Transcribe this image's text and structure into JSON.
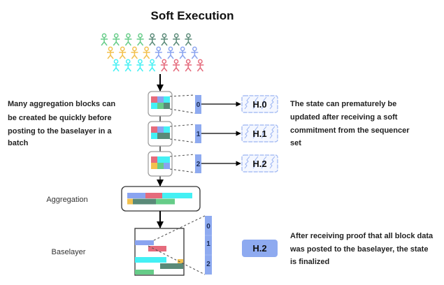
{
  "title": "Soft Execution",
  "colors": {
    "green": "#66cc88",
    "darkgreen": "#5a8a78",
    "yellow": "#f2c14e",
    "blue": "#8aa4f0",
    "cyan": "#44f0f4",
    "red": "#e56b7c",
    "strip": "#8eaaf0",
    "sketch": "#9ab4f2"
  },
  "crowd": [
    [
      "green",
      "green",
      "green",
      "green",
      "darkgreen",
      "darkgreen",
      "darkgreen",
      "darkgreen"
    ],
    [
      "yellow",
      "yellow",
      "yellow",
      "yellow",
      "blue",
      "blue",
      "blue",
      "blue"
    ],
    [
      "cyan",
      "cyan",
      "cyan",
      "cyan",
      "red",
      "red",
      "red",
      "red"
    ]
  ],
  "left_note": {
    "lines": [
      "Many aggregation blocks can",
      "be created be quickly before",
      "posting to the baselayer in a",
      "batch"
    ]
  },
  "right_note": {
    "lines": [
      "The state can prematurely be",
      "updated after receiving a soft",
      "commitment from the sequencer",
      "set"
    ]
  },
  "final_note": {
    "lines": [
      "After receiving proof that all block data",
      "was posted to the baselayer, the state",
      "is finalized"
    ]
  },
  "blocks": [
    {
      "index": "0",
      "state": "H.0",
      "grid": [
        [
          "red",
          "blue",
          "cyan"
        ],
        [
          "cyan",
          "green",
          "darkgreen"
        ]
      ]
    },
    {
      "index": "1",
      "state": "H.1",
      "grid": [
        [
          "red",
          "blue",
          "cyan"
        ],
        [
          "cyan",
          "darkgreen",
          "darkgreen"
        ]
      ]
    },
    {
      "index": "2",
      "state": "H.2",
      "grid": [
        [
          "red",
          "cyan",
          "cyan"
        ],
        [
          "yellow",
          "green",
          "blue"
        ]
      ]
    }
  ],
  "aggregation": {
    "label": "Aggregation",
    "rows": [
      [
        {
          "color": "blue",
          "units": 26
        },
        {
          "color": "red",
          "units": 24
        },
        {
          "color": "cyan",
          "units": 43
        }
      ],
      [
        {
          "color": "yellow",
          "units": 8
        },
        {
          "color": "darkgreen",
          "units": 33
        },
        {
          "color": "green",
          "units": 27
        }
      ]
    ]
  },
  "baselayer": {
    "label": "Baselayer",
    "indices": [
      "0",
      "1",
      "2"
    ],
    "final_state": "H.2"
  }
}
